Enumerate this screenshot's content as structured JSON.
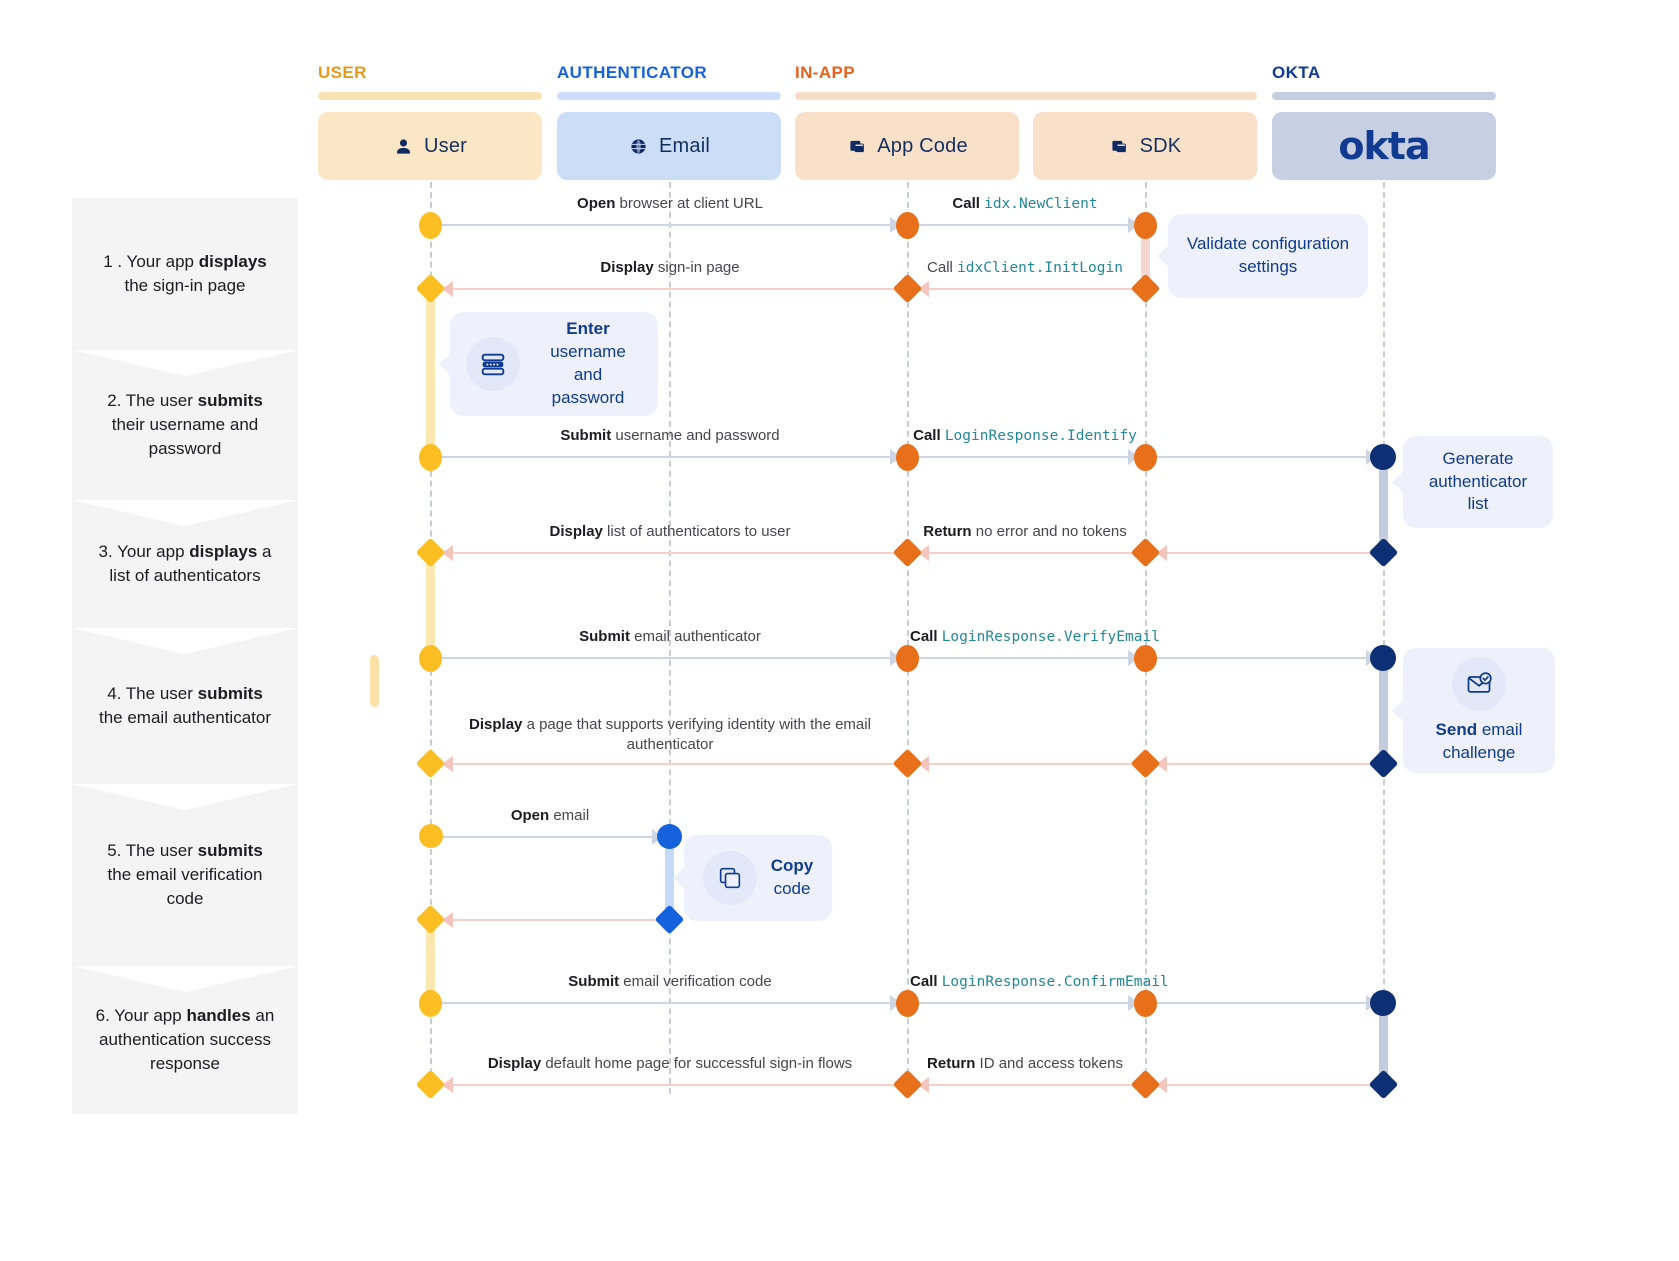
{
  "columns": [
    {
      "title": "USER",
      "title_color": "#e8991a",
      "rule_color": "#fbe2b4",
      "box_color": "#fbe7c5",
      "actor": "User",
      "icon": "person-icon"
    },
    {
      "title": "AUTHENTICATOR",
      "title_color": "#1662dd",
      "rule_color": "#cfdefb",
      "box_color": "#ccddf8",
      "actor": "Email",
      "icon": "globe-icon"
    },
    {
      "title": "IN-APP",
      "title_color": "#e8601a",
      "rule_color": "#f8ddc6",
      "box_color": "#f9e0c9",
      "actor": "App Code",
      "icon": "app-window-icon"
    },
    {
      "title": "",
      "title_color": "#e8601a",
      "rule_color": "#f8ddc6",
      "box_color": "#f9e0c9",
      "actor": "SDK",
      "icon": "app-window-icon"
    },
    {
      "title": "OKTA",
      "title_color": "#103b91",
      "rule_color": "#c6cee0",
      "box_color": "#c7cfe2",
      "actor": "okta",
      "icon": "okta-logo"
    }
  ],
  "steps": [
    {
      "num": "1.",
      "text_html": "1 .  Your app <b>displays</b> the sign-in page"
    },
    {
      "num": "2.",
      "text_html": "2. The user <b>submits</b> their username and password"
    },
    {
      "num": "3.",
      "text_html": "3. Your app <b>displays</b> a list of authenticators"
    },
    {
      "num": "4.",
      "text_html": "4. The user <b>submits</b> the email authenticator"
    },
    {
      "num": "5.",
      "text_html": "5. The user <b>submits</b> the email verification code"
    },
    {
      "num": "6.",
      "text_html": "6. Your app <b>handles</b> an authentication success response"
    }
  ],
  "messages": [
    {
      "id": "m1",
      "label_html": "<b>Open</b> browser at client URL",
      "direction": "forward"
    },
    {
      "id": "m2",
      "label_html": "<b>Call</b> <code>idx.NewClient</code>",
      "direction": "forward"
    },
    {
      "id": "m3",
      "label_html": "<b>Display</b> sign-in page",
      "direction": "return"
    },
    {
      "id": "m4",
      "label_html": "Call <code>idxClient.InitLogin</code>",
      "direction": "return"
    },
    {
      "id": "m5",
      "label_html": "<b>Submit</b> username and password",
      "direction": "forward"
    },
    {
      "id": "m6",
      "label_html": "<b>Call</b> <code>LoginResponse.Identify</code>",
      "direction": "forward"
    },
    {
      "id": "m7",
      "label_html": "<b>Display</b> list of authenticators to user",
      "direction": "return"
    },
    {
      "id": "m8",
      "label_html": "<b>Return</b> no error and no tokens",
      "direction": "return"
    },
    {
      "id": "m9",
      "label_html": "<b>Submit</b> email authenticator",
      "direction": "forward"
    },
    {
      "id": "m10",
      "label_html": "<b>Call</b> <code>LoginResponse.VerifyEmail</code>",
      "direction": "forward"
    },
    {
      "id": "m11",
      "label_html": "<b>Display</b> a page that supports verifying identity with the email authenticator",
      "direction": "return"
    },
    {
      "id": "m12",
      "label_html": "<b>Open</b> email",
      "direction": "forward"
    },
    {
      "id": "m13",
      "label_html": "<b>Submit</b> email verification code",
      "direction": "forward"
    },
    {
      "id": "m14",
      "label_html": "<b>Call</b> <code>LoginResponse.ConfirmEmail</code>",
      "direction": "forward"
    },
    {
      "id": "m15",
      "label_html": "<b>Display</b> default home page for successful sign-in flows",
      "direction": "return"
    },
    {
      "id": "m16",
      "label_html": "<b>Return</b> ID and access tokens",
      "direction": "return"
    }
  ],
  "callouts": [
    {
      "id": "c1",
      "text_html": "Validate configuration settings",
      "icon": null
    },
    {
      "id": "c2",
      "text_html": "<b>Enter</b><br>username and<br>password",
      "icon": "form-input-icon"
    },
    {
      "id": "c3",
      "text_html": "Generate<br>authenticator<br>list",
      "icon": null
    },
    {
      "id": "c4",
      "text_html": "<b>Send</b> email<br>challenge",
      "icon": "email-check-icon"
    },
    {
      "id": "c5",
      "text_html": "<b>Copy</b><br>code",
      "icon": "copy-icon"
    }
  ],
  "colors": {
    "user_node": "#fbbf24",
    "inapp_node": "#e8701a",
    "okta_node": "#0d2f74",
    "email_node": "#1662dd",
    "forward_line": "#cdd5e2",
    "return_line": "#f6cfc8",
    "callout_bg": "#eef1fb",
    "callout_text": "#103b91",
    "code_text": "#22889a",
    "step_bg": "#f4f4f5"
  }
}
